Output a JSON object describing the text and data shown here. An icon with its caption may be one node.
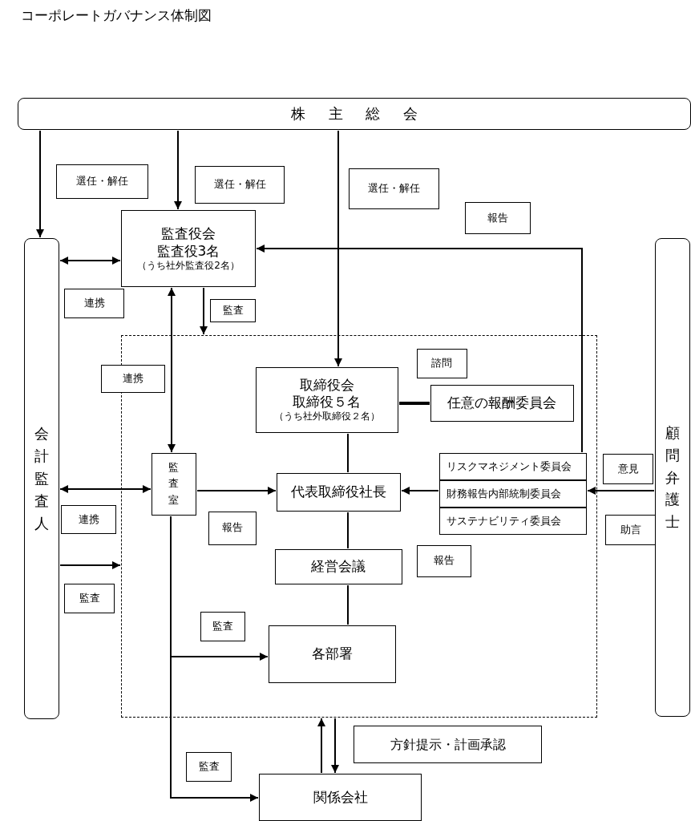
{
  "diagram": {
    "title": "コーポレートガバナンス体制図",
    "nodes": [
      {
        "text": [
          "株主総会"
        ]
      },
      {
        "text": [
          "選任・解任"
        ]
      },
      {
        "text": [
          "選任・解任"
        ]
      },
      {
        "text": [
          "選任・解任"
        ]
      },
      {
        "text": [
          "報告"
        ]
      },
      {
        "text": [
          "会計監査人"
        ]
      },
      {
        "text": [
          "監査役会",
          "監査役3名",
          "（うち社外監査役2名）"
        ]
      },
      {
        "text": [
          "顧問弁護士"
        ]
      },
      {
        "text": [
          "連携"
        ]
      },
      {
        "text": [
          "監査"
        ]
      },
      {
        "text": [],
        "shape": "box"
      },
      {
        "text": [
          "連携"
        ]
      },
      {
        "text": [
          "諮問"
        ],
        "in": 10
      },
      {
        "text": [
          "取締役会",
          "取締役５名",
          "（うち社外取締役２名）"
        ],
        "in": 10
      },
      {
        "text": [
          "任意の報酬委員会"
        ],
        "in": 10
      },
      {
        "text": [
          "監査室"
        ],
        "in": 10
      },
      {
        "text": [
          "リスクマネジメント委員会"
        ],
        "in": 10
      },
      {
        "text": [
          "財務報告内部統制委員会"
        ],
        "in": 10
      },
      {
        "text": [
          "サステナビリティ委員会"
        ],
        "in": 10
      },
      {
        "text": [
          "意見"
        ]
      },
      {
        "text": [
          "代表取締役社長"
        ],
        "in": 10
      },
      {
        "text": [
          "連携"
        ]
      },
      {
        "text": [
          "報告"
        ],
        "in": 10
      },
      {
        "text": [
          "助言"
        ]
      },
      {
        "text": [
          "報告"
        ],
        "in": 10
      },
      {
        "text": [
          "経営会議"
        ],
        "in": 10
      },
      {
        "text": [
          "監査"
        ]
      },
      {
        "text": [
          "監査"
        ],
        "in": 10
      },
      {
        "text": [
          "各部署"
        ],
        "in": 10
      },
      {
        "text": [
          "方針提示・計画承認"
        ]
      },
      {
        "text": [
          "監査"
        ]
      },
      {
        "text": [
          "関係会社"
        ]
      }
    ],
    "edges": [
      {
        "from": 0,
        "to": 5,
        "arrow": "to"
      },
      {
        "from": 0,
        "to": 6,
        "arrow": "to"
      },
      {
        "from": 0,
        "to": 13,
        "arrow": "to"
      },
      {
        "from": 16,
        "to": 6,
        "arrow": "to"
      },
      {
        "from": 5,
        "to": 6,
        "arrow": "both"
      },
      {
        "from": 6,
        "to": 10,
        "arrow": "to"
      },
      {
        "from": 6,
        "to": 15,
        "arrow": "both"
      },
      {
        "from": 13,
        "to": 14,
        "arrow": "none",
        "style": "thick"
      },
      {
        "from": 13,
        "to": 20,
        "arrow": "none"
      },
      {
        "from": 5,
        "to": 15,
        "arrow": "both"
      },
      {
        "from": 15,
        "to": 20,
        "arrow": "to"
      },
      {
        "from": 7,
        "to": 17,
        "arrow": "to"
      },
      {
        "from": 17,
        "to": 20,
        "arrow": "to"
      },
      {
        "from": 20,
        "to": 25,
        "arrow": "none"
      },
      {
        "from": 25,
        "to": 28,
        "arrow": "none"
      },
      {
        "from": 5,
        "to": 10,
        "arrow": "to"
      },
      {
        "from": 15,
        "to": 28,
        "arrow": "to"
      },
      {
        "from": 15,
        "to": 31,
        "arrow": "to"
      },
      {
        "from": 31,
        "to": 10,
        "arrow": "to"
      },
      {
        "from": 10,
        "to": 31,
        "arrow": "to"
      }
    ]
  }
}
